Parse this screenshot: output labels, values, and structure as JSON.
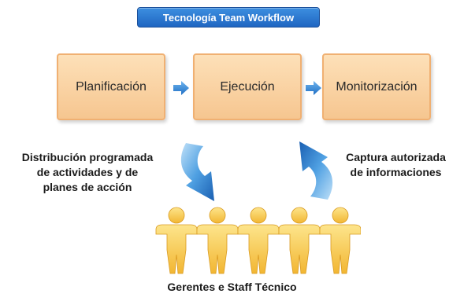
{
  "title": "Tecnología Team Workflow",
  "stages": [
    "Planificación",
    "Ejecución",
    "Monitorización"
  ],
  "left_text": [
    "Distribución programada",
    "de actividades y de",
    "planes de acción"
  ],
  "right_text": [
    "Captura autorizada",
    "de informaciones"
  ],
  "bottom_label": "Gerentes e Staff Técnico",
  "colors": {
    "title_bg": "#2a76d2",
    "box_fill": "#f9d3a4",
    "box_border": "#f0b072",
    "arrow_blue": "#2e8ad6",
    "people": "#f6c94a"
  },
  "icons": [
    "right-arrow-icon",
    "curved-down-arrow-icon",
    "curved-up-arrow-icon",
    "people-chain-icon"
  ]
}
